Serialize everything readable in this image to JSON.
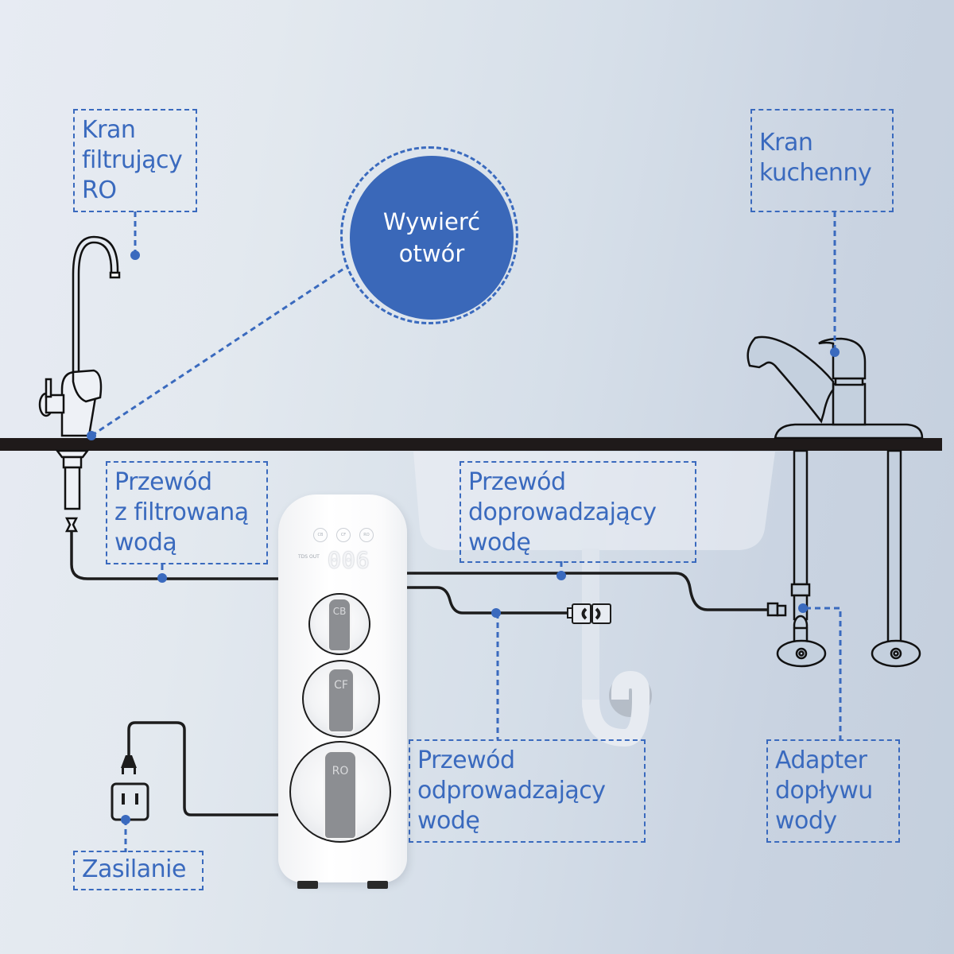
{
  "diagram": {
    "title": "RO water filter installation diagram",
    "colors": {
      "accent": "#3a6abe",
      "circle_fill": "#3a68b9",
      "counter": "#1f1a1a",
      "line": "#1c1c1c"
    },
    "center_badge": {
      "line1": "Wywierć",
      "line2": "otwór"
    },
    "labels": {
      "ro_faucet": [
        "Kran",
        "filtrujący",
        "RO"
      ],
      "kitchen_faucet": [
        "Kran",
        "kuchenny"
      ],
      "filtered_water_hose": [
        "Przewód",
        "z filtrowaną",
        "wodą"
      ],
      "inlet_hose": [
        "Przewód",
        "doprowadzający",
        "wodę"
      ],
      "drain_hose": [
        "Przewód",
        "odprowadzający",
        "wodę"
      ],
      "inlet_adapter": [
        "Adapter",
        "dopływu",
        "wody"
      ],
      "power": [
        "Zasilanie"
      ]
    },
    "device": {
      "indicator_lights": [
        "CB",
        "CF",
        "RO"
      ],
      "tds_label": "TDS OUT",
      "tds_value": "006",
      "filters": [
        "CB",
        "CF",
        "RO"
      ]
    },
    "icons": {
      "ro_faucet": "ro-faucet-icon",
      "kitchen_faucet": "kitchen-faucet-icon",
      "power_outlet": "power-outlet-icon",
      "plug": "power-plug-icon",
      "drain_clamp": "drain-clamp-icon",
      "sink": "sink-icon",
      "trap": "p-trap-icon"
    }
  }
}
